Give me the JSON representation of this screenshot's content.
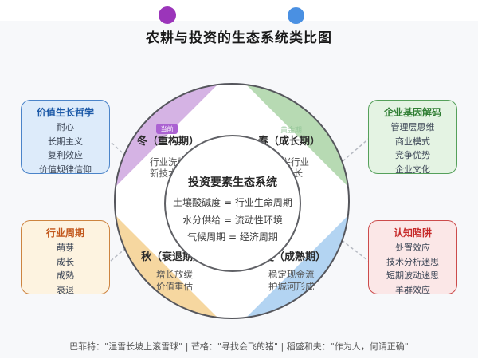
{
  "title": "农耕与投资的生态系统类比图",
  "decor": {
    "dot_left_color": "#9b35ba",
    "dot_right_color": "#4a90e2"
  },
  "center": {
    "title": "投资要素生态系统",
    "rows": [
      "土壤酸碱度 = 行业生命周期",
      "水分供给 = 流动性环境",
      "气候周期 = 经济周期"
    ]
  },
  "quadrants": {
    "winter": {
      "label": "冬（重构期）",
      "badge": "当前",
      "items": [
        "行业洗牌",
        "新技术孕育"
      ],
      "color": "#d5b3e4"
    },
    "spring": {
      "label": "春（成长期）",
      "badge": "黄金期",
      "items": [
        "新兴行业",
        "高速增长"
      ],
      "color": "#b7dab3"
    },
    "autumn": {
      "label": "秋（衰退期）",
      "items": [
        "增长放缓",
        "价值重估"
      ],
      "color": "#f6d7a0"
    },
    "summer": {
      "label": "夏（成熟期）",
      "items": [
        "稳定现金流",
        "护城河形成"
      ],
      "color": "#b3d4f2"
    }
  },
  "boxes": {
    "top_left": {
      "title": "价值生长哲学",
      "items": [
        "耐心",
        "长期主义",
        "复利效应",
        "价值规律信仰"
      ]
    },
    "top_right": {
      "title": "企业基因解码",
      "items": [
        "管理层思维",
        "商业模式",
        "竞争优势",
        "企业文化"
      ]
    },
    "bottom_left": {
      "title": "行业周期",
      "items": [
        "萌芽",
        "成长",
        "成熟",
        "衰退"
      ]
    },
    "bottom_right": {
      "title": "认知陷阱",
      "items": [
        "处置效应",
        "技术分析迷思",
        "短期波动迷思",
        "羊群效应"
      ]
    }
  },
  "caption": "巴菲特：\"湿雪长坡上滚雪球\" | 芒格：\"寻找会飞的猪\" | 稻盛和夫：\"作为人，何谓正确\""
}
